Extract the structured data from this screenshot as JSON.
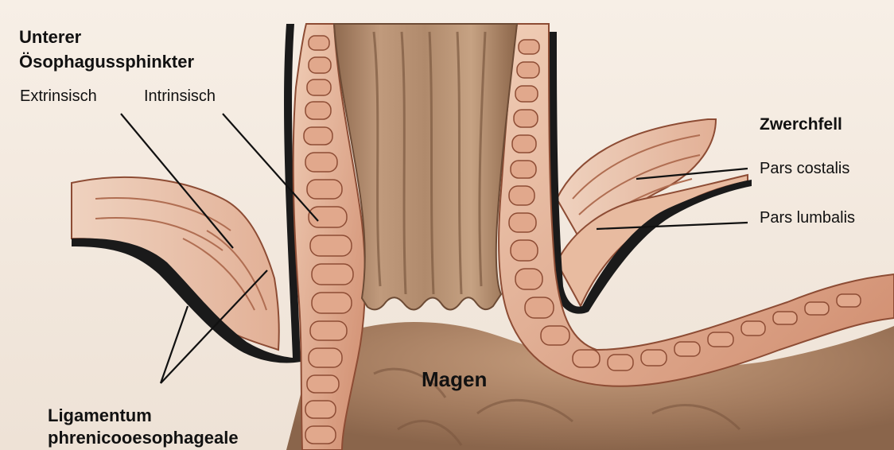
{
  "labels": {
    "sphincter_title_line1": "Unterer",
    "sphincter_title_line2": "Ösophagussphinkter",
    "extrinsic": "Extrinsisch",
    "intrinsic": "Intrinsisch",
    "diaphragm": "Zwerchfell",
    "pars_costalis": "Pars costalis",
    "pars_lumbalis": "Pars lumbalis",
    "stomach": "Magen",
    "ligament_line1": "Ligamentum",
    "ligament_line2": "phrenicooesophageale"
  },
  "colors": {
    "background": "#f3eae0",
    "muscle": "#d99c80",
    "muscle_light": "#eac2a9",
    "muscle_outline": "#8d4c34",
    "mucosa": "#b78a6b",
    "mucosa_dark": "#8a6246",
    "stomach": "#a17b5f",
    "ligament": "#1a1a1a",
    "pointer": "#111111"
  }
}
